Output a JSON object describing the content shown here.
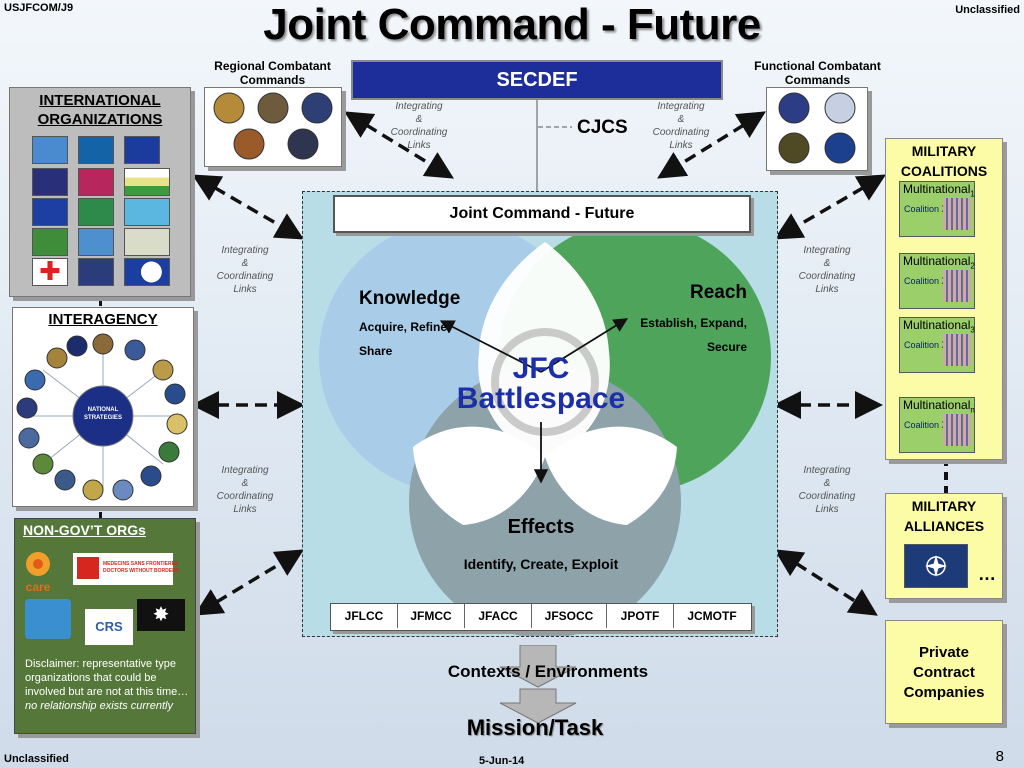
{
  "header": {
    "left": "USJFCOM/J9",
    "right": "Unclassified",
    "title": "Joint Command - Future"
  },
  "footer": {
    "left": "Unclassified",
    "center": "5-Jun-14",
    "page": "8"
  },
  "secdef": "SECDEF",
  "cjcs": "CJCS",
  "regional": {
    "title": "Regional Combatant\nCommands"
  },
  "functional": {
    "title": "Functional Combatant\nCommands"
  },
  "integrating": "Integrating\n&\nCoordinating\nLinks",
  "intl": {
    "title": "INTERNATIONAL\nORGANIZATIONS"
  },
  "interagency": {
    "title": "INTERAGENCY",
    "hub": "NATIONAL\nSTRATEGIES"
  },
  "ngo": {
    "title": "NON-GOV’T ORGs",
    "disclaimer": "Disclaimer:  representative type organizations that could be involved but are not at this time…",
    "disclaimer_italic": " no relationship exists currently",
    "msf": "MEDECINS SANS FRONTIERES\nDOCTORS WITHOUT BORDERS",
    "care": "care",
    "crs": "CRS"
  },
  "center": {
    "title": "Joint Command - Future",
    "knowledge": {
      "title": "Knowledge",
      "sub1": "Acquire, Refine,",
      "sub2": "Share"
    },
    "reach": {
      "title": "Reach",
      "sub1": "Establish, Expand,",
      "sub2": "Secure"
    },
    "effects": {
      "title": "Effects",
      "sub": "Identify, Create, Exploit"
    },
    "jfc1": "JFC",
    "jfc2": "Battlespace",
    "components": [
      "JFLCC",
      "JFMCC",
      "JFACC",
      "JFSOCC",
      "JPOTF",
      "JCMOTF"
    ]
  },
  "coalitions": {
    "title": "MILITARY\nCOALITIONS",
    "items": [
      {
        "label": "Multinational",
        "sub": "1",
        "cx": "Coalition X"
      },
      {
        "label": "Multinational",
        "sub": "2",
        "cx": "Coalition X"
      },
      {
        "label": "Multinational",
        "sub": "3",
        "cx": "Coalition X"
      },
      {
        "label": "Multinational",
        "sub": "n",
        "cx": "Coalition X"
      }
    ]
  },
  "alliances": {
    "title": "MILITARY\nALLIANCES",
    "more": "…"
  },
  "private": {
    "title": "Private\nContract\nCompanies"
  },
  "contexts": "Contexts / Environments",
  "mission": "Mission/Task",
  "colors": {
    "secdef": "#1d2d9a",
    "knowledge": "#a9cce9",
    "reach": "#4ea45b",
    "effects": "#8ea2a9",
    "ngo": "#55783a",
    "yellow": "#fdfca6"
  }
}
